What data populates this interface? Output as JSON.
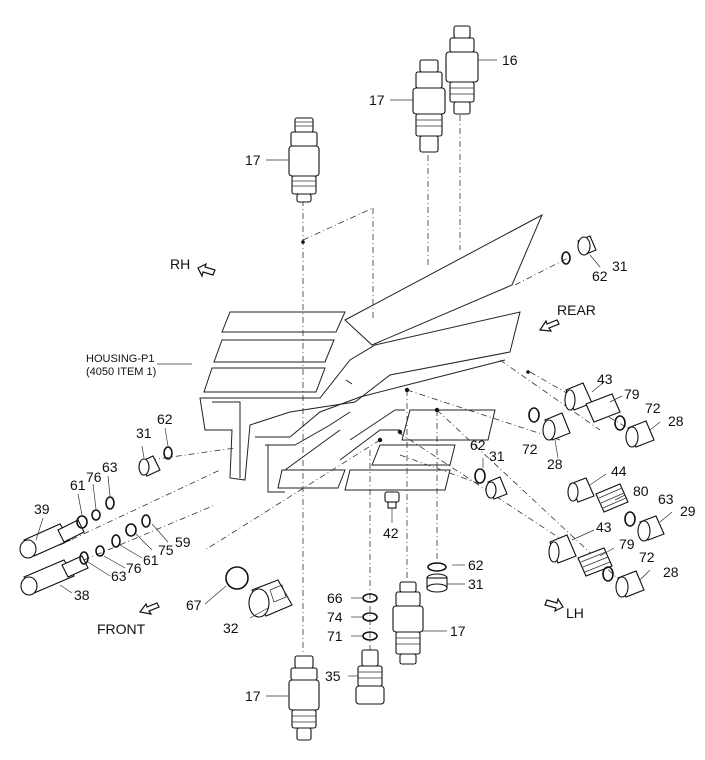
{
  "directions": {
    "rh": "RH",
    "rear": "REAR",
    "lh": "LH",
    "front": "FRONT"
  },
  "housing": {
    "line1": "HOUSING-P1",
    "line2": "(4050 ITEM 1)"
  },
  "callouts": {
    "c16": "16",
    "c17_top": "17",
    "c17_upper": "17",
    "c17_center": "17",
    "c17_bottom": "17",
    "c31_tr": "31",
    "c62_tr": "62",
    "c43_r": "43",
    "c79_r": "79",
    "c72_r1": "72",
    "c28_r1": "28",
    "c72_r2": "72",
    "c28_r2": "28",
    "c62_c": "62",
    "c31_c": "31",
    "c44": "44",
    "c80": "80",
    "c63_r": "63",
    "c29": "29",
    "c43_lr": "43",
    "c79_lr": "79",
    "c72_lr": "72",
    "c28_lr": "28",
    "c42": "42",
    "c62_b": "62",
    "c31_b": "31",
    "c66": "66",
    "c74": "74",
    "c71": "71",
    "c35": "35",
    "c67": "67",
    "c32": "32",
    "c31_l": "31",
    "c62_l": "62",
    "c61_a": "61",
    "c76_a": "76",
    "c63_a": "63",
    "c39": "39",
    "c75": "75",
    "c59": "59",
    "c61_b": "61",
    "c76_b": "76",
    "c63_b": "63",
    "c38": "38"
  }
}
